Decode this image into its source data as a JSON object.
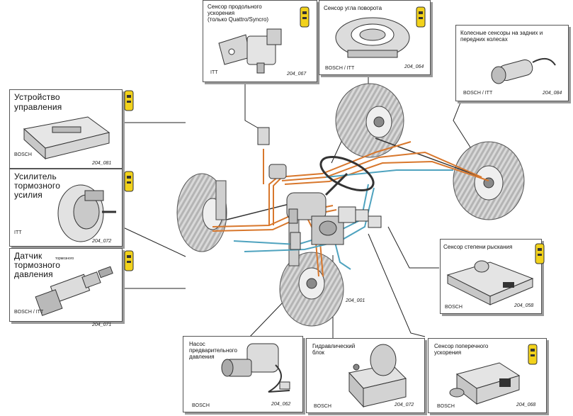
{
  "panels": {
    "longitudinal": {
      "label_l1": "Сенсор продольного",
      "label_l2": "ускорения",
      "label_l3": "(только Quattro/Syncro)",
      "brand": "ITT",
      "code": "204_067"
    },
    "steering": {
      "label": "Сенсор угла поворота",
      "brand": "BOSCH / ITT",
      "code": "204_064"
    },
    "wheel": {
      "label_l1": "Колесные сенсоры на задних и",
      "label_l2": "передних колесах",
      "brand": "BOSCH / ITT",
      "code": "204_084"
    },
    "control_unit": {
      "label_l1": "Устройство",
      "label_l2": "управления",
      "brand": "BOSCH",
      "code": "204_081"
    },
    "booster": {
      "label_l1": "Усилитель",
      "label_l2": "тормозного",
      "label_l3": "усилия",
      "brand": "ITT",
      "code": "204_072"
    },
    "pressure": {
      "label_l1": "Датчик",
      "label_small": "тормозного",
      "label_l2": "тормозного",
      "label_l3": "давления",
      "brand": "BOSCH / ITT",
      "code": "204_071"
    },
    "yaw": {
      "label": "Сенсор степени рыскания",
      "brand": "BOSCH",
      "code": "204_058"
    },
    "pump": {
      "label_l1": "Насос",
      "label_l2": "предварительного",
      "label_l3": "давления",
      "brand": "BOSCH",
      "code": "204_062"
    },
    "hydraulic": {
      "label_l1": "Гидравлический",
      "label_l2": "блок",
      "brand": "BOSCH",
      "code": "204_072"
    },
    "lateral": {
      "label_l1": "Сенсор поперечного",
      "label_l2": "ускорения",
      "brand": "BOSCH",
      "code": "204_068"
    }
  },
  "center": {
    "code": "204_001"
  },
  "colors": {
    "wire_orange": "#d8772c",
    "wire_blue": "#4fa3bf",
    "badge_yellow": "#f2d21b"
  }
}
